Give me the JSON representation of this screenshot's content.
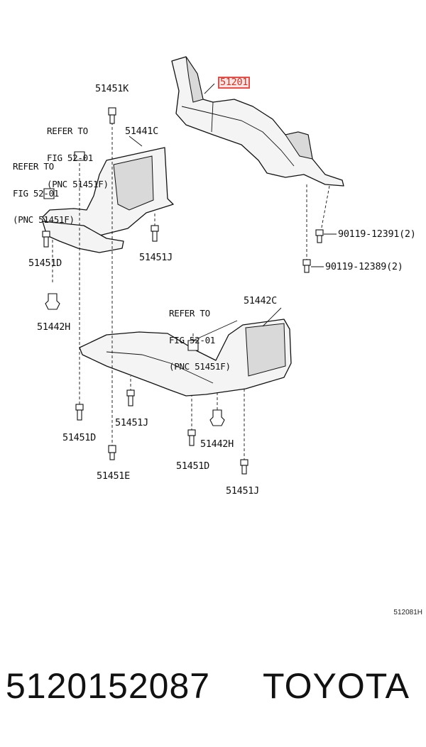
{
  "callouts": {
    "main_part": "51201",
    "upper_left_bolt": "51451K",
    "refer_a": [
      "REFER TO",
      "FIG 52-01",
      "(PNC 51451F)"
    ],
    "refer_b": [
      "REFER TO",
      "FIG 52-01",
      "(PNC 51451F)"
    ],
    "refer_c": [
      "REFER TO",
      "FIG 52-01",
      "(PNC 51451F)"
    ],
    "upper_cover": "51441C",
    "bolt_90119_12391": "90119-12391(2)",
    "bolt_90119_12389": "90119-12389(2)",
    "upper_left_screw": "51451D",
    "upper_mid_screw": "51451J",
    "left_clip": "51442H",
    "right_cover": "51442C",
    "lower_left_screw": "51451D",
    "lower_mid_screw": "51451J",
    "right_clip": "51442H",
    "lower_mid_screw_d": "51451D",
    "left_bottom_bolt": "51451E",
    "right_bottom_screw": "51451J"
  },
  "diagram_code": "512081H",
  "footer": {
    "part_number": "5120152087",
    "brand": "TOYOTA"
  },
  "colors": {
    "highlight_border": "#d9534f",
    "highlight_fill": "#fbe3e3",
    "highlight_text": "#c0392b"
  }
}
